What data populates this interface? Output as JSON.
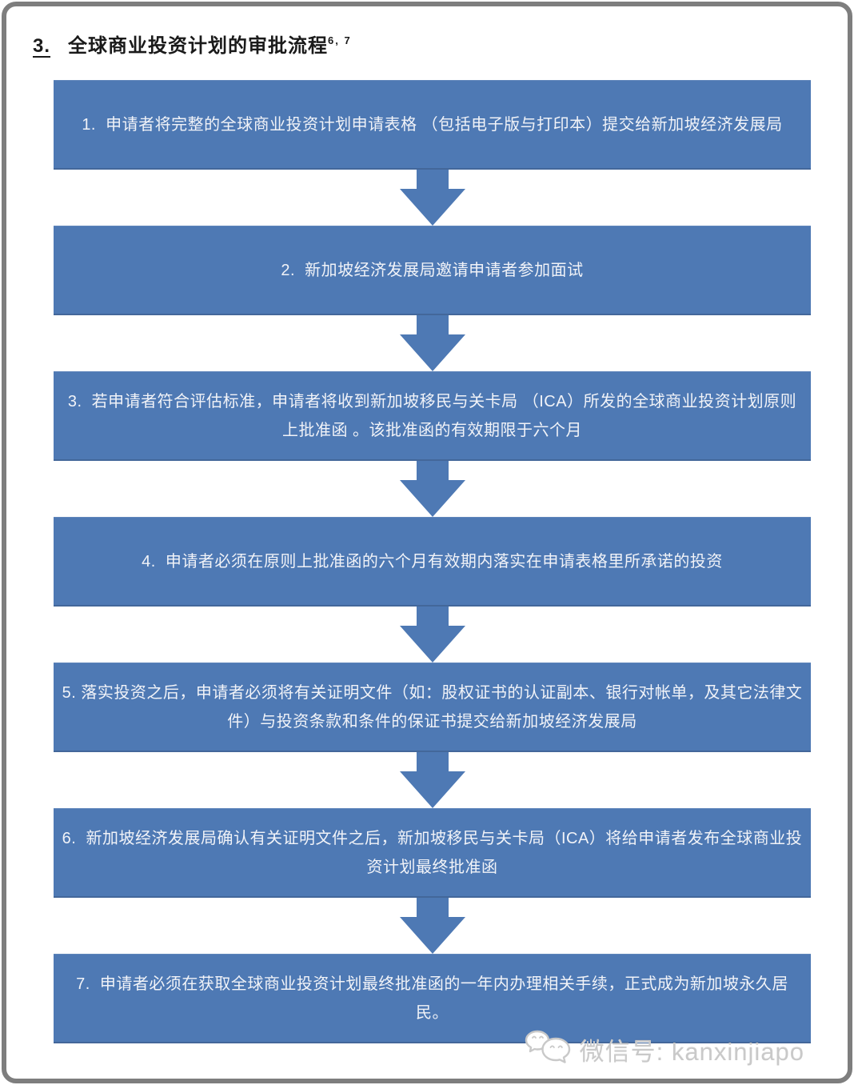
{
  "title": {
    "number": "3.",
    "text": "全球商业投资计划的审批流程",
    "footnote_refs": "6, 7"
  },
  "flow": {
    "connector": "down-arrow",
    "steps": [
      {
        "text": "1.  申请者将完整的全球商业投资计划申请表格 （包括电子版与打印本）提交给新加坡经济发展局"
      },
      {
        "text": "2.  新加坡经济发展局邀请申请者参加面试"
      },
      {
        "text": "3.  若申请者符合评估标准，申请者将收到新加坡移民与关卡局 （ICA）所发的全球商业投资计划原则上批准函 。该批准函的有效期限于六个月"
      },
      {
        "text": "4.  申请者必须在原则上批准函的六个月有效期内落实在申请表格里所承诺的投资"
      },
      {
        "text": "5. 落实投资之后，申请者必须将有关证明文件（如：股权证书的认证副本、银行对帐单，及其它法律文件）与投资条款和条件的保证书提交给新加坡经济发展局"
      },
      {
        "text": "6.  新加坡经济发展局确认有关证明文件之后，新加坡移民与关卡局（ICA）将给申请者发布全球商业投资计划最终批准函"
      },
      {
        "text": "7.  申请者必须在获取全球商业投资计划最终批准函的一年内办理相关手续，正式成为新加坡永久居民。"
      }
    ]
  },
  "watermark": {
    "icon": "wechat-icon",
    "text": "微信号: kanxinjiapo"
  },
  "colors": {
    "box_fill": "#4E79B4",
    "arrow_fill": "#4E79B4",
    "box_text": "#F1F3F8",
    "frame_border": "#7E7E7E",
    "title_text": "#1A1A1A",
    "watermark_text": "#C9C9C9"
  }
}
